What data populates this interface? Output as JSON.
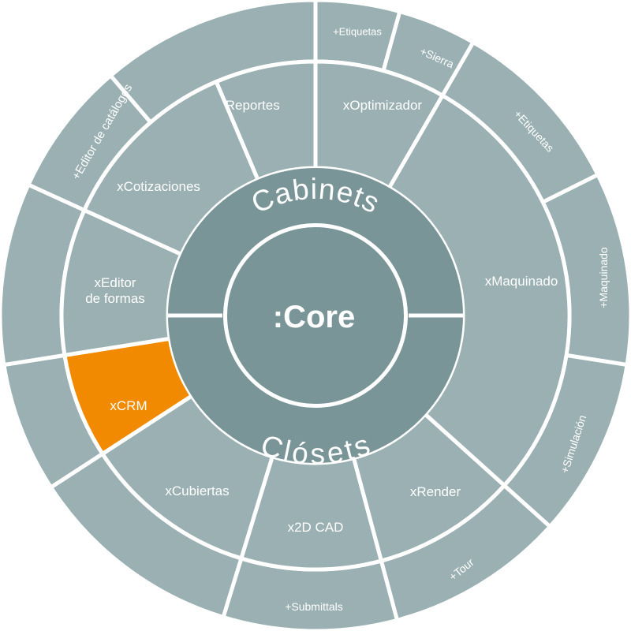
{
  "colors": {
    "outer": "#9bb0b2",
    "middle": "#9bb0b2",
    "inner_ring": "#7a9597",
    "core": "#7a9597",
    "highlight": "#f28a00",
    "divider": "#ffffff"
  },
  "core": {
    "label": ":Core"
  },
  "inner_ring": {
    "top_label": "Cabinets",
    "bottom_label": "Clósets"
  },
  "modules": [
    {
      "id": "xreportes",
      "label": "xReportes"
    },
    {
      "id": "xoptimizador",
      "label": "xOptimizador"
    },
    {
      "id": "xmaquinado",
      "label": "xMaquinado"
    },
    {
      "id": "xrender",
      "label": "xRender"
    },
    {
      "id": "x2dcad",
      "label": "x2D CAD"
    },
    {
      "id": "xcubiertas",
      "label": "xCubiertas"
    },
    {
      "id": "xcrm",
      "label": "xCRM",
      "highlighted": true
    },
    {
      "id": "xeditor-formas",
      "label": "xEditor de formas"
    },
    {
      "id": "xcotizaciones",
      "label": "xCotizaciones"
    }
  ],
  "addons": [
    {
      "id": "addon-blank-top",
      "label": ""
    },
    {
      "id": "addon-etiquetas-top",
      "label": "+Etiquetas"
    },
    {
      "id": "addon-sierra",
      "label": "+Sierra"
    },
    {
      "id": "addon-etiquetas-right",
      "label": "+Etiquetas"
    },
    {
      "id": "addon-maquinado",
      "label": "+Maquinado"
    },
    {
      "id": "addon-simulacion",
      "label": "+Simulación"
    },
    {
      "id": "addon-tour",
      "label": "+Tour"
    },
    {
      "id": "addon-submittals",
      "label": "+Submittals"
    },
    {
      "id": "addon-blank-bottom-left",
      "label": ""
    },
    {
      "id": "addon-blank-left-low",
      "label": ""
    },
    {
      "id": "addon-blank-left",
      "label": ""
    },
    {
      "id": "addon-editor-catalogos",
      "label": "+Editor de catálogos"
    }
  ]
}
